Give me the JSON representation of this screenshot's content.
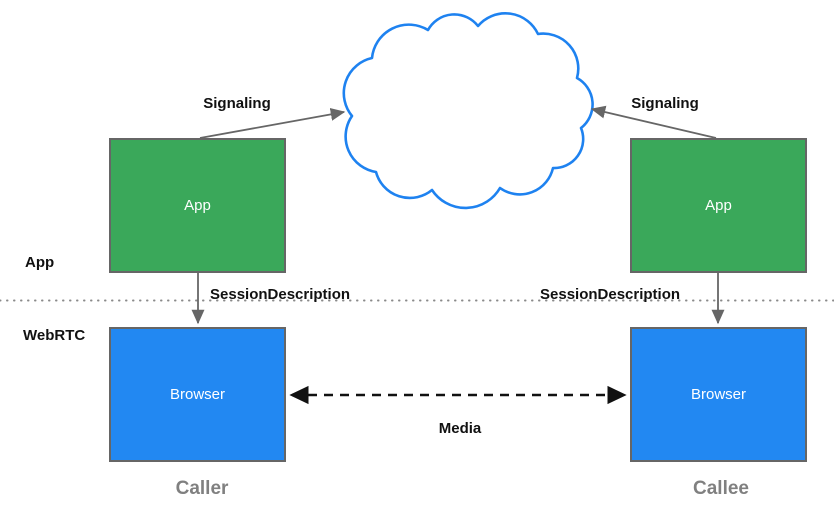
{
  "zones": {
    "app": "App",
    "webrtc": "WebRTC"
  },
  "nodes": {
    "caller_app": "App",
    "callee_app": "App",
    "caller_browser": "Browser",
    "callee_browser": "Browser"
  },
  "edges": {
    "signaling_left": "Signaling",
    "signaling_right": "Signaling",
    "session_description_left": "SessionDescription",
    "session_description_right": "SessionDescription",
    "media": "Media"
  },
  "captions": {
    "caller": "Caller",
    "callee": "Callee"
  },
  "colors": {
    "app_box": "#3aa85a",
    "browser_box": "#2288f2",
    "box_border": "#666666",
    "cloud": "#1e82f0",
    "arrow": "#666666",
    "media_arrow": "#111111",
    "divider": "#8a8a8a",
    "caption_text": "#808080"
  }
}
